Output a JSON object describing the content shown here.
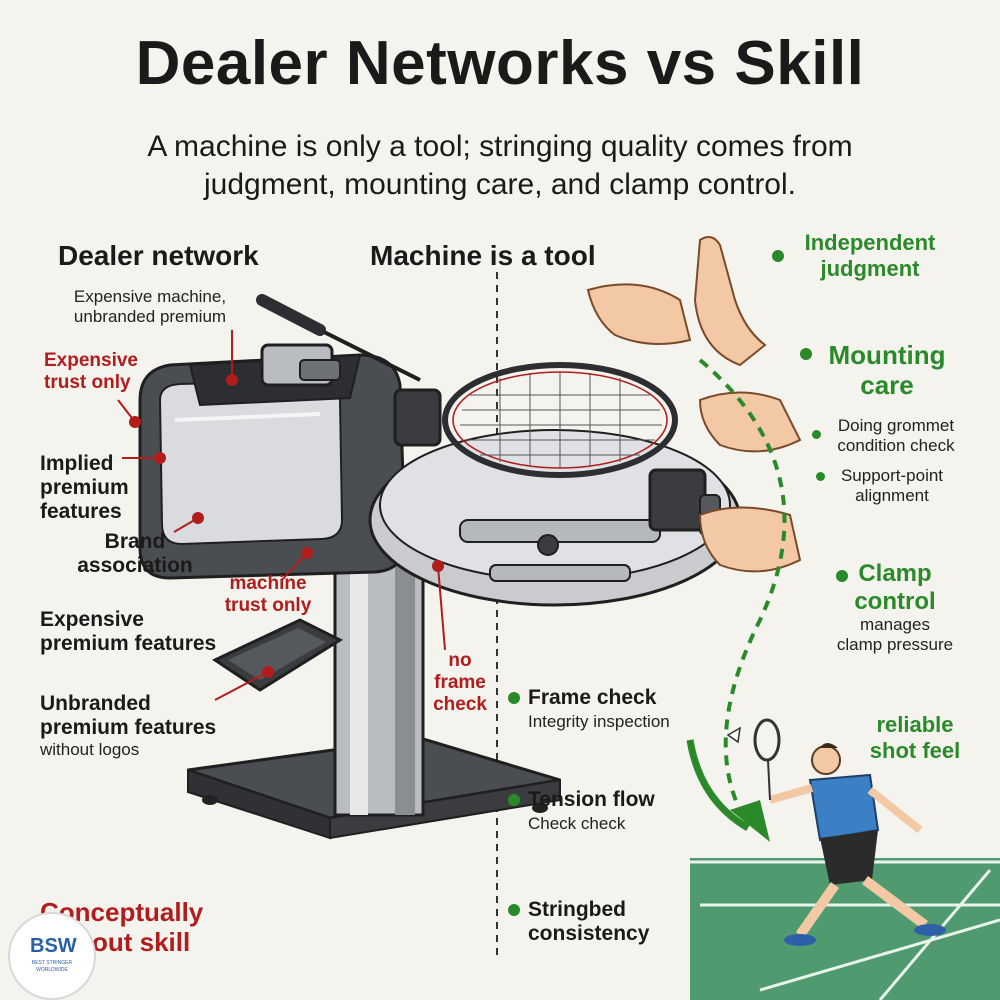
{
  "title": "Dealer Networks vs Skill",
  "subtitle_line1": "A machine is only a tool; stringing quality comes from",
  "subtitle_line2": "judgment, mounting care, and clamp control.",
  "left": {
    "header": "Dealer network",
    "note_line1": "Expensive machine,",
    "note_line2": "unbranded premium",
    "callouts": {
      "expensive_trust_1": "Expensive",
      "expensive_trust_2": "trust only",
      "implied_1": "Implied",
      "implied_2": "premium",
      "implied_3": "features",
      "brand_1": "Brand",
      "brand_2": "association",
      "machine_trust_1": "machine",
      "machine_trust_2": "trust only",
      "expensive_premium_1": "Expensive",
      "expensive_premium_2": "premium features",
      "no_frame_1": "no",
      "no_frame_2": "frame",
      "no_frame_3": "check",
      "unbranded_1": "Unbranded",
      "unbranded_2": "premium features",
      "unbranded_3": "without logos",
      "conceptually_1": "Conceptually",
      "conceptually_2": "without skill"
    }
  },
  "right": {
    "header": "Machine is a tool",
    "independent_1": "Independent",
    "independent_2": "judgment",
    "mounting_1": "Mounting",
    "mounting_2": "care",
    "grommet_1": "Doing grommet",
    "grommet_2": "condition check",
    "support_1": "Support-point",
    "support_2": "alignment",
    "clamp_1": "Clamp",
    "clamp_2": "control",
    "clamp_desc_1": "manages",
    "clamp_desc_2": "clamp pressure",
    "frame_check": "Frame check",
    "frame_desc": "Integrity inspection",
    "tension_flow": "Tension flow",
    "tension_desc": "Check check",
    "stringbed_1": "Stringbed",
    "stringbed_2": "consistency",
    "reliable_1": "reliable",
    "reliable_2": "shot feel"
  },
  "logo": {
    "text": "BSW",
    "sub": "BEST STRINGER WORLDWIDE"
  },
  "colors": {
    "accent_green": "#2a8a2a",
    "accent_red": "#b11c1c",
    "background": "#f4f3ee"
  }
}
